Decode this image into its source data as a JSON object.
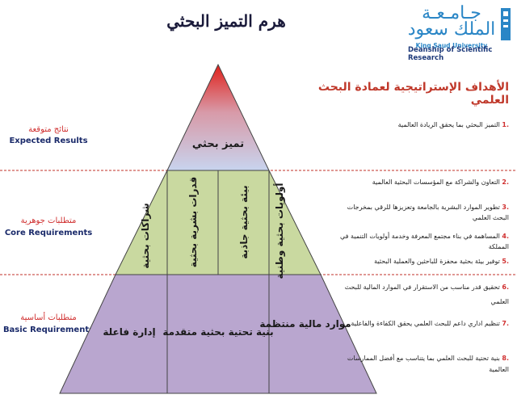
{
  "title": "هرم التميز البحثي",
  "logo": {
    "arabic_line1": "جـامـعـة",
    "arabic_line2": "الملك سعود",
    "english": "King Saud University",
    "deanship": "Deanship of Scientific Research"
  },
  "objectives_title": "الأهداف الإستراتيجية لعمادة البحث العلمي",
  "levels": [
    {
      "name_ar": "نتائج متوقعة",
      "name_en": "Expected Results"
    },
    {
      "name_ar": "متطلبات جوهرية",
      "name_en": "Core Requirements"
    },
    {
      "name_ar": "متطلبات أساسية",
      "name_en": "Basic Requirements"
    }
  ],
  "pyramid": {
    "top": "تميز بحثي",
    "core": [
      "شراكات بحثية",
      "قدرات بشرية بحثية",
      "بيئة بحثية جاذبة",
      "أولويات بحثية وطنية"
    ],
    "basic": [
      "إدارة فاعلة",
      "بنية تحتية بحثية متقدمة",
      "موارد مالية منتظمة"
    ]
  },
  "objectives": [
    {
      "num": ".1",
      "text": "التميز البحثي بما يحقق الريادة العالمية"
    },
    {
      "num": ".2",
      "text": "التعاون والشراكة مع المؤسسات البحثية العالمية"
    },
    {
      "num": ".3",
      "text": "تطوير الموارد البشرية بالجامعة وتعزيزها للرقي بمخرجات البحث العلمي"
    },
    {
      "num": ".4",
      "text": "المساهمة في بناء مجتمع المعرفة وخدمة أولويات التنمية في المملكة"
    },
    {
      "num": ".5",
      "text": "توفير بيئة بحثية محفزة للباحثين والعملية البحثية"
    },
    {
      "num": ".6",
      "text": "تحقيق قدر مناسب من الاستقرار في الموارد المالية للبحث العلمي"
    },
    {
      "num": ".7",
      "text": "تنظيم اداري داعم للبحث العلمي يحقق الكفاءة والفاعلية"
    },
    {
      "num": ".8",
      "text": "بنية تحتية للبحث العلمي بما يتناسب مع أفضل الممارسات العالمية"
    }
  ],
  "colors": {
    "top_gradient_start": "#e0201a",
    "top_gradient_end": "#c8d4ee",
    "core_fill": "#c9d9a0",
    "basic_fill": "#b9a6cf",
    "divider": "#c0302a"
  }
}
